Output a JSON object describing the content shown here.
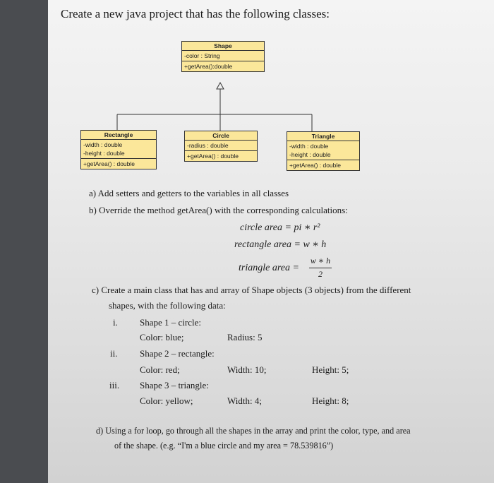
{
  "heading": "Create a new java project that has the following classes:",
  "uml": {
    "shape": {
      "name": "Shape",
      "attributes": [
        "-color : String"
      ],
      "methods": [
        "+getArea():double"
      ]
    },
    "rectangle": {
      "name": "Rectangle",
      "attributes": [
        "-width : double",
        "-height : double"
      ],
      "methods": [
        "+getArea() : double"
      ]
    },
    "circle": {
      "name": "Circle",
      "attributes": [
        "-radius : double"
      ],
      "methods": [
        "+getArea() : double"
      ]
    },
    "triangle": {
      "name": "Triangle",
      "attributes": [
        "-width : double",
        "-height : double"
      ],
      "methods": [
        "+getArea() : double"
      ]
    }
  },
  "tasks": {
    "a": "a)  Add setters and getters to the variables in all classes",
    "b": "b)  Override the method getArea() with the corresponding calculations:",
    "formulas": {
      "circle": "circle area = pi ∗ r²",
      "rectangle": "rectangle area = w ∗ h",
      "triangle_lhs": "triangle area =",
      "triangle_num": "w ∗ h",
      "triangle_den": "2"
    },
    "c_line1": "c)  Create a main class that has and array of Shape objects (3 objects) from the different",
    "c_line2": "shapes, with the following data:",
    "shapes": [
      {
        "num": "i.",
        "title": "Shape 1 – circle:",
        "color": "Color: blue;",
        "p1": "Radius: 5",
        "p2": ""
      },
      {
        "num": "ii.",
        "title": "Shape 2 – rectangle:",
        "color": "Color: red;",
        "p1": "Width: 10;",
        "p2": "Height: 5;"
      },
      {
        "num": "iii.",
        "title": "Shape 3 – triangle:",
        "color": "Color: yellow;",
        "p1": "Width: 4;",
        "p2": "Height: 8;"
      }
    ],
    "d_line1": "d)  Using a for loop, go through all the shapes in the array and print the color, type, and area",
    "d_line2": "of the shape. (e.g. “I'm a blue circle and my area = 78.539816”)"
  }
}
